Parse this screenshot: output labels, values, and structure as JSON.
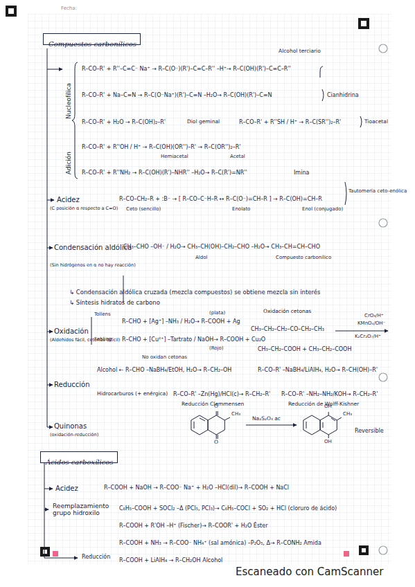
{
  "diagram": {
    "nodes": [
      {
        "text": [
          "Compuestos carbonílicos"
        ]
      },
      {
        "text": [
          "Ácidos carboxílicos"
        ]
      }
    ],
    "labels": [
      "Fecha:",
      "Alcohol terciario",
      "Nucleofílica",
      "Adición",
      "R–CO–R' + R''–C≡C⁻ Na⁺ → R–C(O⁻)(R')–C≡C–R'' –H⁺→ R–C(OH)(R')–C≡C–R''",
      "R–CO–R' + Na–C≡N → R–C(O⁻Na⁺)(R')–C≡N –H₂O→ R–C(OH)(R')–C≡N",
      "Cianhidrina",
      "R–CO–R' + H₂O → R–C(OH)₂–R'",
      "Diol geminal",
      "R–CO–R' + R''SH / H⁺ → R–C(SR'')₂–R'",
      "Tioacetal",
      "R–CO–R' + R''OH / H⁺ → R–C(OH)(OR'')–R' → R–C(OR'')₂–R'",
      "Hemiacetal",
      "Acetal",
      "R–CO–R' + R''NH₂ → R–C(OH)(R')–NHR'' –H₂O→ R–C(R')=NR''",
      "Imina",
      "Acidez",
      "(C posición α respecto a C=O)",
      "R–CO–CH₂–R + :B⁻ → [ R–CO–C⁻H–R ↔ R–C(O⁻)=CH–R ] → R–C(OH)=CH–R",
      "Ceto (sencillo)",
      "Enolato",
      "Enol (conjugado)",
      "Tautomería ceto-enólica",
      "Condensación aldólica",
      "(Sin hidrógenos en α no hay reacción)",
      "CH₃–CHO –OH⁻ / H₂O→ CH₃–CH(OH)–CH₂–CHO –H₂O→ CH₃–CH=CH–CHO",
      "Aldol",
      "Compuesto carbonílico",
      "↳ Condensación aldólica cruzada (mezcla compuestos) se obtiene mezcla sin interés",
      "↳ Síntesis hidratos de carbono",
      "Oxidación",
      "(Aldehídos fácil, cetonas difícil)",
      "Tollens",
      "R–CHO + [Ag⁺] –NH₃ / H₂O→ R–COOH + Ag",
      "(plata)",
      "Fehling",
      "R–CHO + [Cu²⁺] –Tartrato / NaOH→ R–COOH + Cu₂O",
      "(Rojo)",
      "No oxidan cetonas",
      "Oxidación cetonas",
      "CH₃–CH₂–CH₂–CO–CH₂–CH₃",
      "CrO₃/H⁺",
      "KMnO₄/OH⁻",
      "K₂Cr₂O₇/H⁺",
      "CH₃–CH₂–COOH + CH₃–CH₂–COOH",
      "Reducción",
      "Alcohol ← R–CHO –NaBH₄/EtOH, H₂O→ R–CH₂–OH",
      "R–CO–R' –NaBH₄/LiAlH₄, H₂O→ R–CH(OH)–R'",
      "Hidrocarburos (+ enérgica)",
      "R–CO–R' –Zn(Hg)/HCl(c)→ R–CH₂–R'",
      "Reducción Clemmensen",
      "R–CO–R' –NH₂–NH₂/KOH→ R–CH₂–R'",
      "Reducción de Wolff-Kishner",
      "Quinonas",
      "(oxidación-reducción)",
      "CH₃",
      "Na₂S₂O₄ ac",
      "CH₃",
      "OH",
      "OH",
      "Reversible",
      "O",
      "O",
      "Acidez",
      "R–COOH + NaOH → R–COO⁻ Na⁺ + H₂O –HCl(dil)→ R–COOH + NaCl",
      "Reemplazamiento grupo hidroxilo",
      "C₆H₅–COOH + SOCl₂ –Δ (PCl₅, PCl₃)→ C₆H₅–COCl + SO₂ + HCl (cloruro de ácido)",
      "R–COOH + R'OH –H⁺ (Fischer)→ R–COOR' + H₂O  Éster",
      "R–COOH + NH₃ → R–COO⁻ NH₄⁺ (sal amónica) –P₂O₅, Δ→ R–CONH₂  Amida",
      "Reducción",
      "R–COOH + LiAlH₄ → R–CH₂OH  Alcohol",
      "Escaneado con CamScanner"
    ]
  }
}
